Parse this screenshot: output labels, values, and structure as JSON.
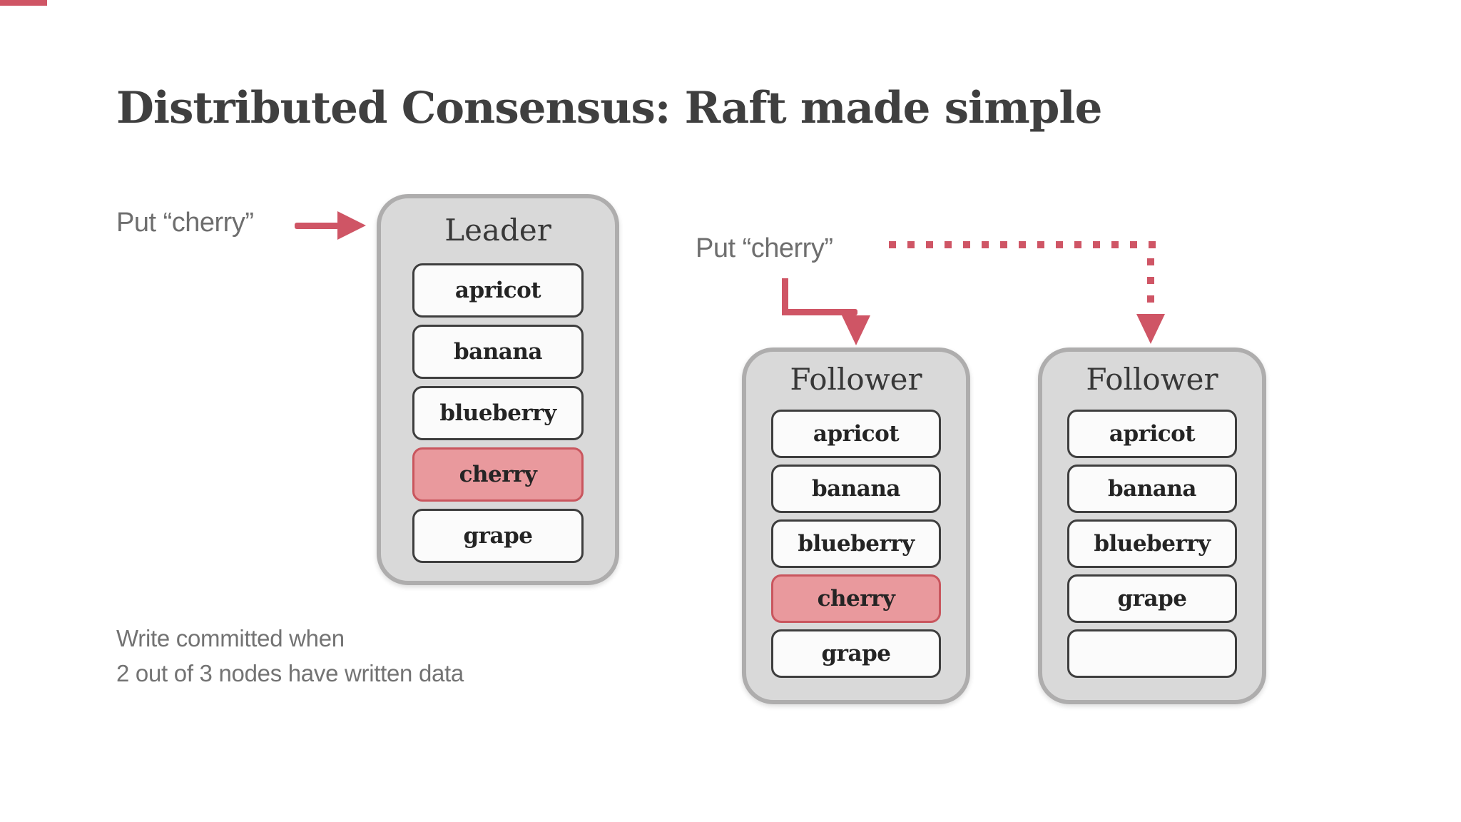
{
  "slide": {
    "title": "Distributed Consensus: Raft made simple",
    "note_line1": "Write committed when",
    "note_line2": "2 out of 3 nodes have written data"
  },
  "labels": {
    "client_request": "Put “cherry”",
    "replicate_request": "Put “cherry”"
  },
  "colors": {
    "accent_red": "#cf5565",
    "highlight_fill": "#e9999d",
    "highlight_border": "#c9565e",
    "node_fill": "#d9d9d9",
    "node_border": "#aeadad",
    "cell_fill": "#fbfbfb",
    "cell_border": "#3e3e3e",
    "title_text": "#3f3f3f",
    "label_text": "#6e6e6e"
  },
  "nodes": [
    {
      "role": "Leader",
      "cells": [
        {
          "label": "apricot",
          "state": ""
        },
        {
          "label": "banana",
          "state": ""
        },
        {
          "label": "blueberry",
          "state": ""
        },
        {
          "label": "cherry",
          "state": "highlight"
        },
        {
          "label": "grape",
          "state": ""
        }
      ]
    },
    {
      "role": "Follower",
      "cells": [
        {
          "label": "apricot",
          "state": ""
        },
        {
          "label": "banana",
          "state": ""
        },
        {
          "label": "blueberry",
          "state": ""
        },
        {
          "label": "cherry",
          "state": "highlight"
        },
        {
          "label": "grape",
          "state": ""
        }
      ]
    },
    {
      "role": "Follower",
      "cells": [
        {
          "label": "apricot",
          "state": ""
        },
        {
          "label": "banana",
          "state": ""
        },
        {
          "label": "blueberry",
          "state": ""
        },
        {
          "label": "grape",
          "state": ""
        },
        {
          "label": "",
          "state": "empty"
        }
      ]
    }
  ]
}
